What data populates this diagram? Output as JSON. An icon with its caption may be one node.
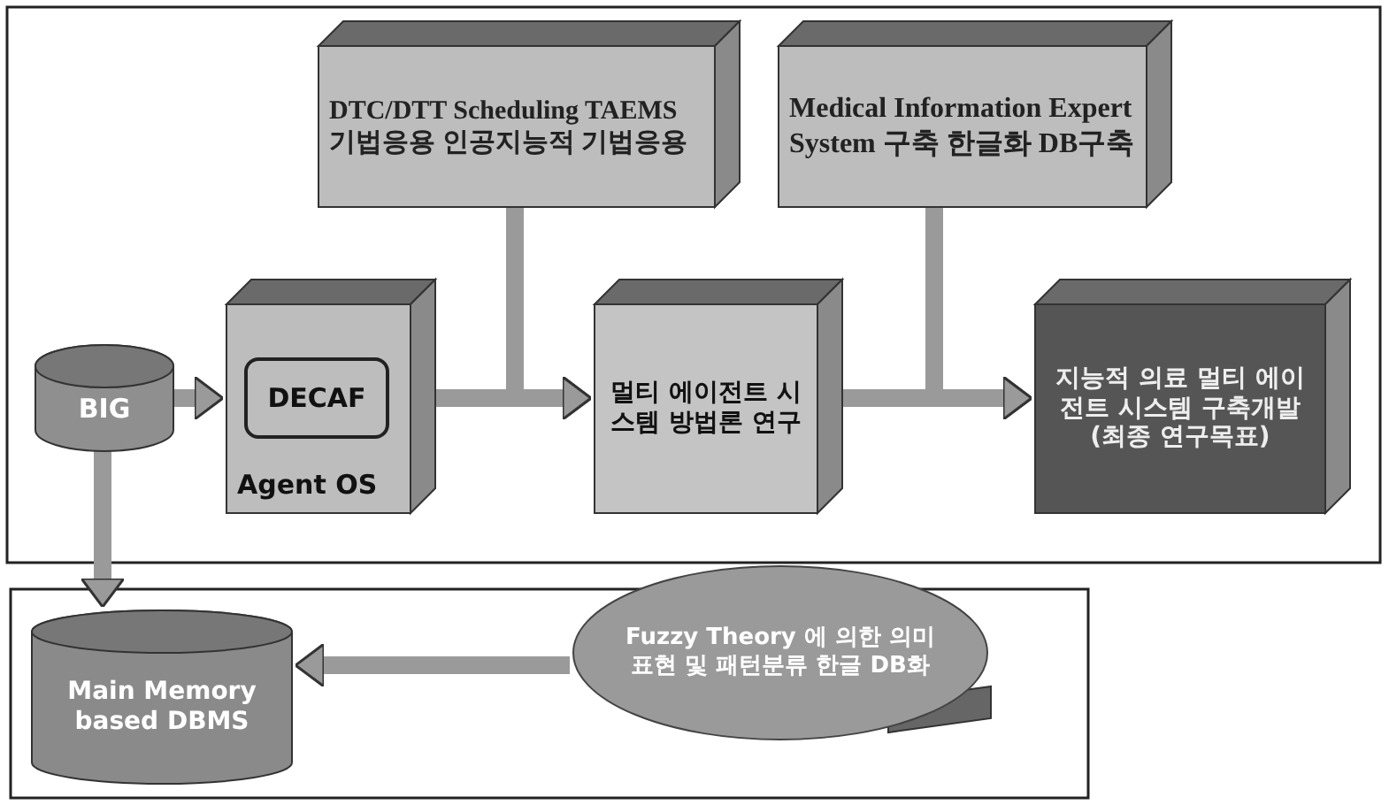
{
  "diagram": {
    "nodes": [
      {
        "text": [
          "DTC/DTT Scheduling TAEMS 기법응용 인공지능적 기법응용"
        ]
      },
      {
        "text": [
          "Medical Information Expert System 구축 한글화 DB구축"
        ]
      },
      {
        "text": [
          "BIG"
        ]
      },
      {
        "text": [
          "Agent OS"
        ]
      },
      {
        "text": [
          "DECAF"
        ],
        "in": 3
      },
      {
        "text": [
          "멀티 에이전트 시스템 방법론 연구"
        ]
      },
      {
        "text": [
          "지능적 의료 멀티 에이전트 시스템 구축개발 (최종 연구목표)"
        ]
      },
      {
        "text": [
          "Main Memory based DBMS"
        ]
      },
      {
        "text": [
          "Fuzzy Theory 에 의한 의미표현 및 패턴분류 한글 DB화"
        ]
      }
    ],
    "edges": [
      {
        "from": 2,
        "to": 3,
        "arrow": "to"
      },
      {
        "from": 3,
        "to": 5,
        "arrow": "to"
      },
      {
        "from": 5,
        "to": 6,
        "arrow": "to"
      },
      {
        "from": 0,
        "to": 5,
        "arrow": "to"
      },
      {
        "from": 1,
        "to": 6,
        "arrow": "to"
      },
      {
        "from": 2,
        "to": 7,
        "arrow": "to"
      },
      {
        "from": 8,
        "to": 7,
        "arrow": "to"
      }
    ]
  }
}
